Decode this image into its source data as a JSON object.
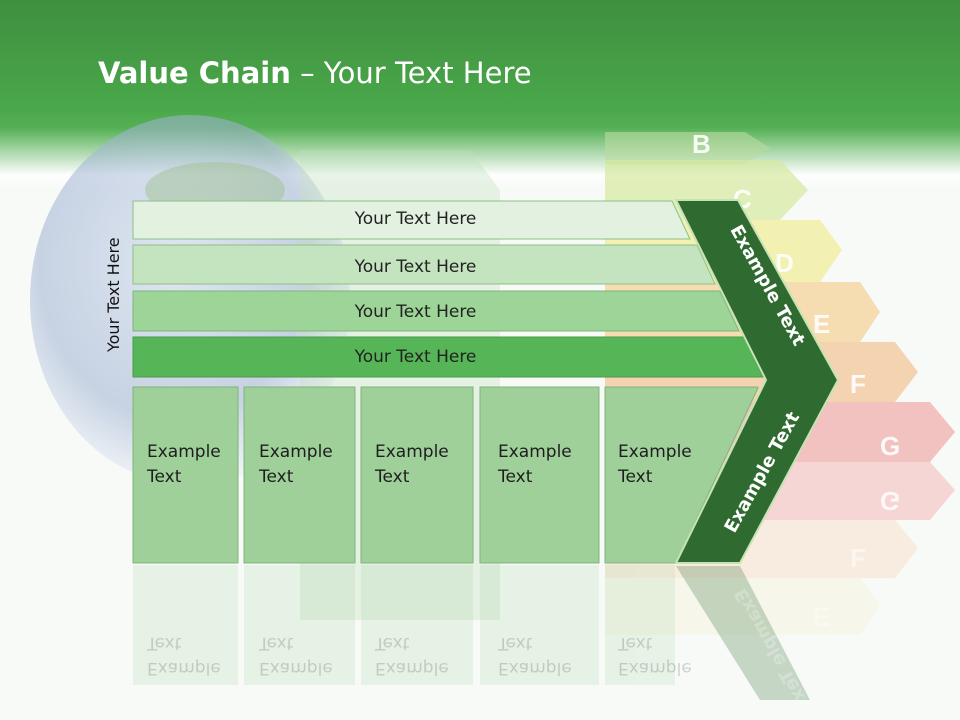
{
  "title": {
    "bold": "Value Chain",
    "rest": " – Your Text Here"
  },
  "side_label": "Your Text Here",
  "bars": [
    "Your Text Here",
    "Your Text Here",
    "Your Text Here",
    "Your Text Here"
  ],
  "boxes": [
    {
      "line1": "Example",
      "line2": "Text"
    },
    {
      "line1": "Example",
      "line2": "Text"
    },
    {
      "line1": "Example",
      "line2": "Text"
    },
    {
      "line1": "Example",
      "line2": "Text"
    },
    {
      "line1": "Example",
      "line2": "Text"
    }
  ],
  "chevron": {
    "upper": "Example Text",
    "lower": "Example Text"
  },
  "energy_labels": [
    "B",
    "C",
    "D",
    "E",
    "F",
    "G",
    "G",
    "F",
    "E"
  ],
  "colors": {
    "header": "#4aa84a",
    "dark_chevron": "#2f6b30",
    "bar_fill": "#5ab55a",
    "box_fill": "#9fd09a"
  }
}
